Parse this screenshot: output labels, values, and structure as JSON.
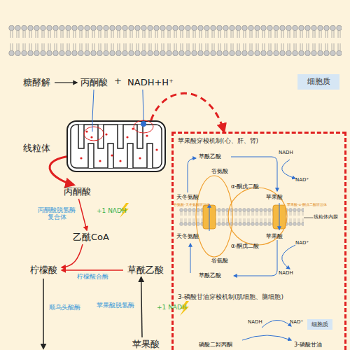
{
  "diagram": {
    "nodes": [
      {
        "text": [
          "细胞质"
        ]
      },
      {
        "text": [
          "糖酵解"
        ]
      },
      {
        "text": [
          "丙酮酸"
        ]
      },
      {
        "text": [
          "NADH+H⁺"
        ]
      },
      {
        "text": [
          "线粒体"
        ]
      },
      {
        "text": [
          "丙酮酸"
        ]
      },
      {
        "text": [
          "乙酰CoA"
        ]
      },
      {
        "text": [
          "柠檬酸"
        ]
      },
      {
        "text": [
          "草酰乙酸"
        ]
      },
      {
        "text": [
          "苹果酸"
        ]
      },
      {
        "text": [
          "苹果酸穿梭机制(心、肝、肾)",
          "3-磷酸甘油穿梭机制(肌细胞、脑细胞)"
        ]
      },
      {
        "text": [
          "细胞质"
        ],
        "in": 10
      }
    ],
    "edges": [
      {
        "from": 1,
        "to": 2,
        "arrow": "to"
      },
      {
        "from": 2,
        "to": 4,
        "arrow": "none"
      },
      {
        "from": 3,
        "to": 4,
        "arrow": "none"
      },
      {
        "from": 4,
        "to": 5,
        "arrow": "to"
      },
      {
        "from": 4,
        "to": 10,
        "arrow": "to"
      },
      {
        "from": 5,
        "to": 6,
        "label": "丙酮酸脱氢酶复合体",
        "arrow": "to"
      },
      {
        "from": 6,
        "to": 7,
        "arrow": "to"
      },
      {
        "from": 8,
        "to": 7,
        "label": "柠檬酸合酶",
        "arrow": "to"
      },
      {
        "from": 9,
        "to": 8,
        "label": "苹果酸脱氢酶",
        "arrow": "to"
      }
    ],
    "labels": [
      "+",
      "+1 NADH",
      "顺乌头酸酶",
      "+1 NADH",
      "草酰乙酸",
      "NADH",
      "谷氨酸",
      "NAD⁺",
      "α-酮戊二酸",
      "天冬氨酸",
      "苹果酸",
      "谷氨酸-天冬氨酸转运体",
      "苹果酸-α-酮戊二酸转运体",
      "线粒体内膜",
      "天冬氨酸",
      "苹果酸",
      "α-酮戊二酸",
      "NAD⁺",
      "谷氨酸",
      "草酰乙酸",
      "NADH",
      "NADH",
      "NAD⁺",
      "磷酸二羟丙酮",
      "3-磷酸甘油"
    ]
  }
}
